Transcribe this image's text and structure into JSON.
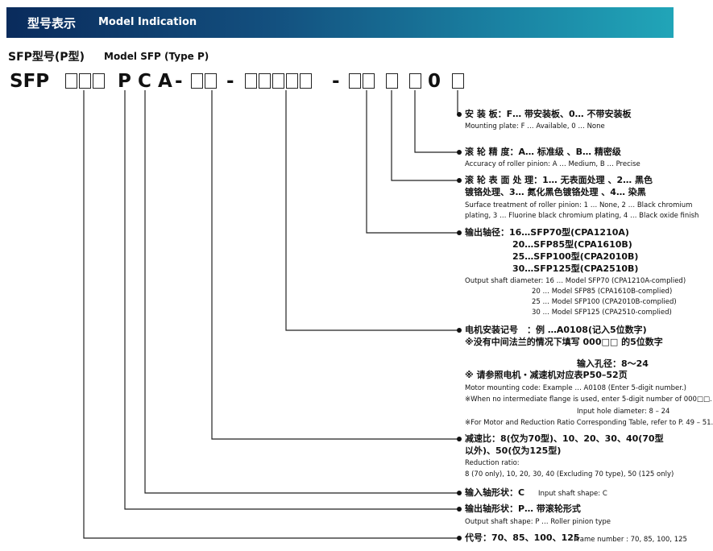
{
  "header": {
    "title_cn": "型号表示",
    "title_en": "Model Indication"
  },
  "subtitle": {
    "cn": "SFP型号(P型)",
    "en": "Model SFP (Type P)"
  },
  "code": {
    "prefix": "SFP",
    "p": "P",
    "c": "C",
    "a": "A",
    "dash": "-",
    "zero": "0"
  },
  "items": {
    "mount_cn": "安 装 板：F… 带安装板、0… 不带安装板",
    "mount_en": "Mounting plate: F … Available, 0 … None",
    "acc_cn": "滚 轮 精 度：A… 标准级 、B… 精密级",
    "acc_en": "Accuracy of roller pinion: A … Medium, B … Precise",
    "surf_cn1": "滚 轮 表 面 处 理：1… 无表面处理 、2… 黑色",
    "surf_cn2": "镀铬处理、3… 氮化黑色镀铬处理 、4… 染黑",
    "surf_en1": "Surface treatment of roller pinion: 1 … None, 2 … Black chromium",
    "surf_en2": "plating, 3 … Fluorine black chromium plating, 4 … Black oxide finish",
    "shaft_cn1": "输出轴径：16…SFP70型(CPA1210A)",
    "shaft_cn2": "20…SFP85型(CPA1610B)",
    "shaft_cn3": "25…SFP100型(CPA2010B)",
    "shaft_cn4": "30…SFP125型(CPA2510B)",
    "shaft_en1": "Output shaft diameter: 16 … Model SFP70 (CPA1210A-complied)",
    "shaft_en2": "20 … Model SFP85 (CPA1610B-complied)",
    "shaft_en3": "25 … Model SFP100 (CPA2010B-complied)",
    "shaft_en4": "30 … Model SFP125 (CPA2510-complied)",
    "motor_cn1": "电机安装记号　：例 …A0108(记入5位数字)",
    "motor_cn2": "※没有中间法兰的情况下填写 000□□ 的5位数字",
    "motor_cn3": "输入孔径：8～24",
    "motor_cn4": "※ 请参照电机・减速机对应表P50–52页",
    "motor_en1": "Motor mounting code: Example … A0108 (Enter 5-digit number.)",
    "motor_en2": "※When no intermediate flange is used, enter 5-digit number of 000□□.",
    "motor_en3": "Input hole diameter: 8 – 24",
    "motor_en4": "※For Motor and Reduction Ratio Corresponding Table, refer to P. 49 – 51.",
    "ratio_cn1": "减速比：8(仅为70型)、10、20、30、40(70型",
    "ratio_cn2": "以外)、50(仅为125型)",
    "ratio_en1": "Reduction ratio:",
    "ratio_en2": "8 (70 only), 10, 20, 30, 40 (Excluding 70 type), 50 (125 only)",
    "in_cn": "输入轴形状：C",
    "in_en": "Input shaft shape: C",
    "out_cn": "输出轴形状：P… 带滚轮形式",
    "out_en": "Output shaft shape: P … Roller pinion type",
    "frame_cn": "代号：70、85、100、125",
    "frame_en": "Frame number : 70, 85, 100, 125"
  }
}
